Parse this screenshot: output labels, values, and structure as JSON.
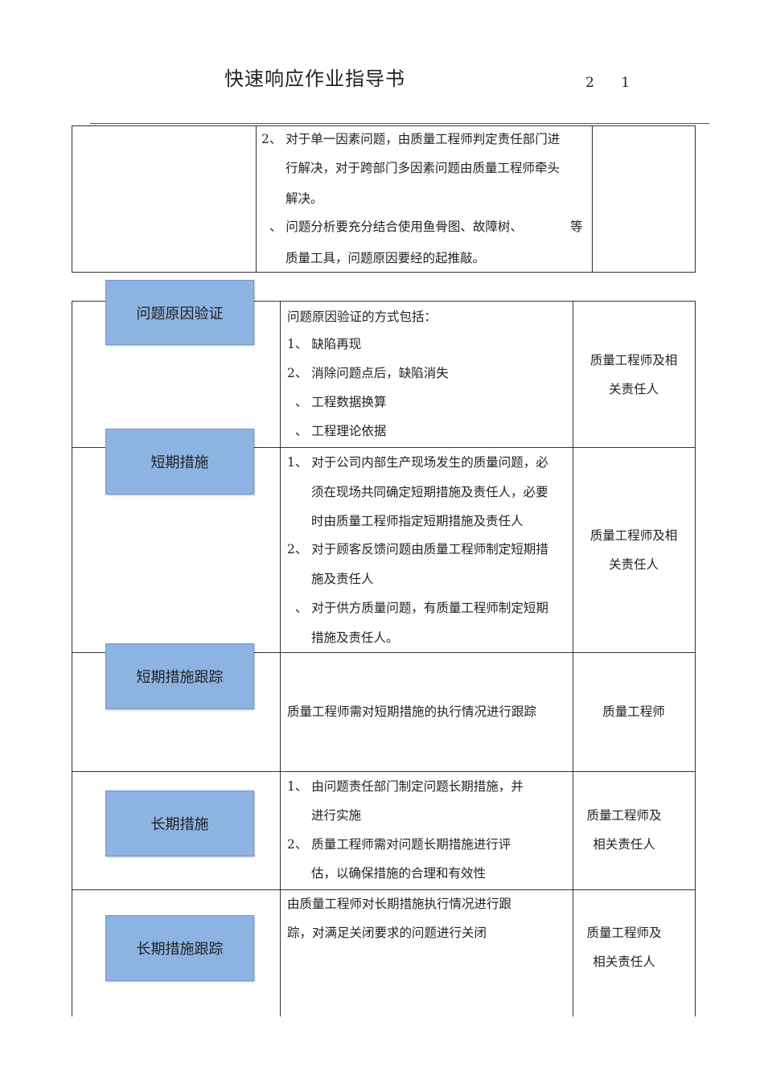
{
  "header": {
    "title": "快速响应作业指导书",
    "page_number": "2 1"
  },
  "top_table": {
    "lines": [
      "2、 对于单一因素问题，由质量工程师判定责任部门进",
      "行解决，对于跨部门多因素问题由质量工程师牵头",
      "解决。",
      "、 问题分析要充分结合使用鱼骨图、故障树、",
      "等",
      "质量工具，问题原因要经的起推敲。"
    ]
  },
  "steps": [
    {
      "label": "问题原因验证",
      "content": [
        "问题原因验证的方式包括：",
        "1、 缺陷再现",
        "2、 消除问题点后，缺陷消失",
        "、 工程数据换算",
        "、 工程理论依据"
      ],
      "owner": [
        "质量工程师及相",
        "关责任人"
      ]
    },
    {
      "label": "短期措施",
      "content": [
        "1、 对于公司内部生产现场发生的质量问题，必",
        "须在现场共同确定短期措施及责任人，必要",
        "时由质量工程师指定短期措施及责任人",
        "2、 对于顾客反馈问题由质量工程师制定短期措",
        "施及责任人",
        "、 对于供方质量问题，有质量工程师制定短期",
        "措施及责任人。"
      ],
      "owner": [
        "质量工程师及相",
        "关责任人"
      ]
    },
    {
      "label": "短期措施跟踪",
      "content": [
        "质量工程师需对短期措施的执行情况进行跟踪"
      ],
      "owner": [
        "质量工程师"
      ]
    },
    {
      "label": "长期措施",
      "content": [
        "1、 由问题责任部门制定问题长期措施，并",
        "进行实施",
        "2、 质量工程师需对问题长期措施进行评",
        "估，以确保措施的合理和有效性"
      ],
      "owner": [
        "质量工程师及",
        "相关责任人"
      ]
    },
    {
      "label": "长期措施跟踪",
      "content": [
        "由质量工程师对长期措施执行情况进行跟",
        "踪，对满足关闭要求的问题进行关闭"
      ],
      "owner": [
        "质量工程师及",
        "相关责任人"
      ]
    }
  ]
}
